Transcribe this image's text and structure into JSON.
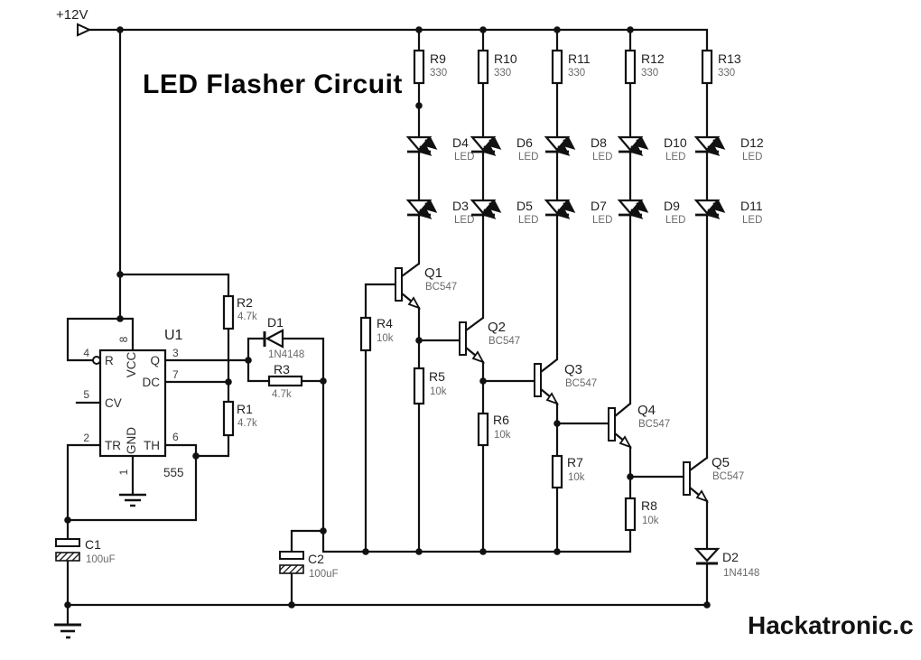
{
  "title": "LED Flasher Circuit",
  "power": {
    "label": "+12V"
  },
  "watermark": "Hackatronic.c",
  "ic": {
    "ref": "U1",
    "part": "555",
    "pins": {
      "reset": {
        "num": "4",
        "name": "R"
      },
      "cv": {
        "num": "5",
        "name": "CV"
      },
      "trigger": {
        "num": "2",
        "name": "TR"
      },
      "vcc": {
        "num": "8",
        "name": "VCC"
      },
      "gnd": {
        "num": "1",
        "name": "GND"
      },
      "out": {
        "num": "3",
        "name": "Q"
      },
      "discharge": {
        "num": "7",
        "name": "DC"
      },
      "threshold": {
        "num": "6",
        "name": "TH"
      }
    }
  },
  "collector_resistors": [
    {
      "ref": "R9",
      "value": "330"
    },
    {
      "ref": "R10",
      "value": "330"
    },
    {
      "ref": "R11",
      "value": "330"
    },
    {
      "ref": "R12",
      "value": "330"
    },
    {
      "ref": "R13",
      "value": "330"
    }
  ],
  "leds_row1": [
    {
      "ref": "D4",
      "type": "LED"
    },
    {
      "ref": "D6",
      "type": "LED"
    },
    {
      "ref": "D8",
      "type": "LED"
    },
    {
      "ref": "D10",
      "type": "LED"
    },
    {
      "ref": "D12",
      "type": "LED"
    }
  ],
  "leds_row2": [
    {
      "ref": "D3",
      "type": "LED"
    },
    {
      "ref": "D5",
      "type": "LED"
    },
    {
      "ref": "D7",
      "type": "LED"
    },
    {
      "ref": "D9",
      "type": "LED"
    },
    {
      "ref": "D11",
      "type": "LED"
    }
  ],
  "transistors": [
    {
      "ref": "Q1",
      "part": "BC547"
    },
    {
      "ref": "Q2",
      "part": "BC547"
    },
    {
      "ref": "Q3",
      "part": "BC547"
    },
    {
      "ref": "Q4",
      "part": "BC547"
    },
    {
      "ref": "Q5",
      "part": "BC547"
    }
  ],
  "base_resistors": [
    {
      "ref": "R4",
      "value": "10k"
    },
    {
      "ref": "R5",
      "value": "10k"
    },
    {
      "ref": "R6",
      "value": "10k"
    },
    {
      "ref": "R7",
      "value": "10k"
    },
    {
      "ref": "R8",
      "value": "10k"
    }
  ],
  "timing": {
    "r2": {
      "ref": "R2",
      "value": "4.7k"
    },
    "r1": {
      "ref": "R1",
      "value": "4.7k"
    },
    "r3": {
      "ref": "R3",
      "value": "4.7k"
    },
    "d1": {
      "ref": "D1",
      "part": "1N4148"
    },
    "c1": {
      "ref": "C1",
      "value": "100uF"
    },
    "c2": {
      "ref": "C2",
      "value": "100uF"
    }
  },
  "output_diode": {
    "ref": "D2",
    "part": "1N4148"
  }
}
